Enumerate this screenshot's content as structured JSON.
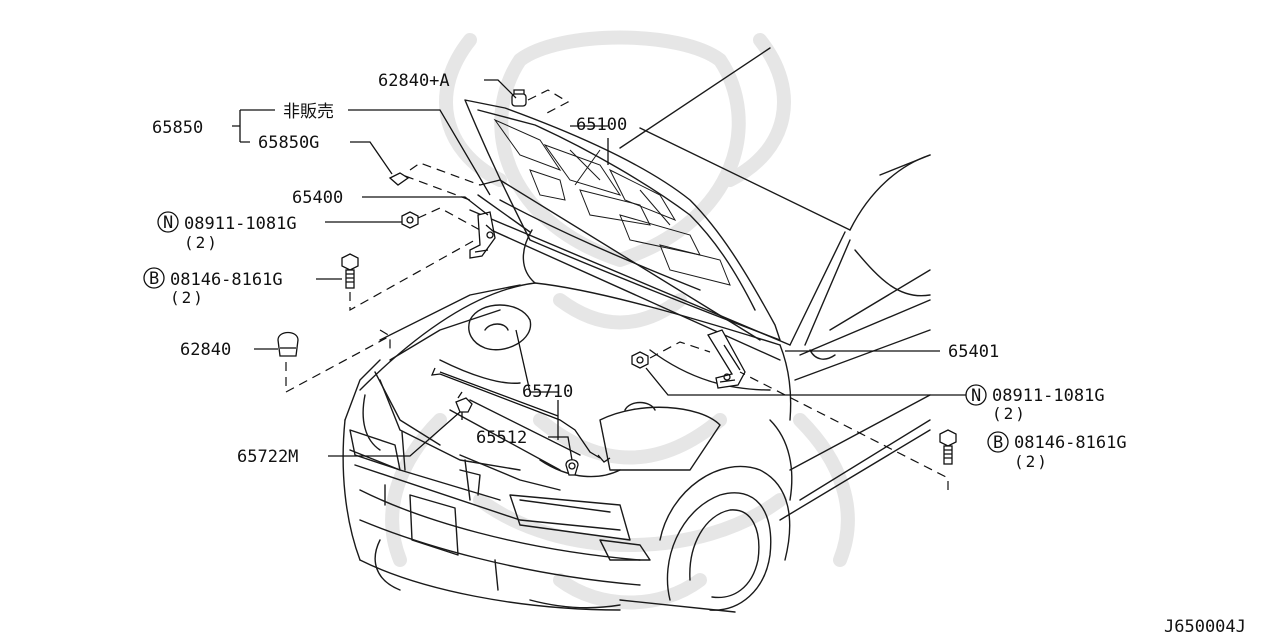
{
  "diagram": {
    "code": "J650004J",
    "callouts": {
      "p62840A": "62840+A",
      "p65850": "65850",
      "p65850_ns": "非販売",
      "p65850G": "65850G",
      "p65400": "65400",
      "nut_left_marker": "N",
      "nut_left": "08911-1081G",
      "nut_left_qty": "(2)",
      "bolt_left_marker": "B",
      "bolt_left": "08146-8161G",
      "bolt_left_qty": "(2)",
      "p62840": "62840",
      "p65100": "65100",
      "p65710": "65710",
      "p65512": "65512",
      "p65722M": "65722M",
      "p65401": "65401",
      "nut_right_marker": "N",
      "nut_right": "08911-1081G",
      "nut_right_qty": "(2)",
      "bolt_right_marker": "B",
      "bolt_right": "08146-8161G",
      "bolt_right_qty": "(2)"
    }
  }
}
